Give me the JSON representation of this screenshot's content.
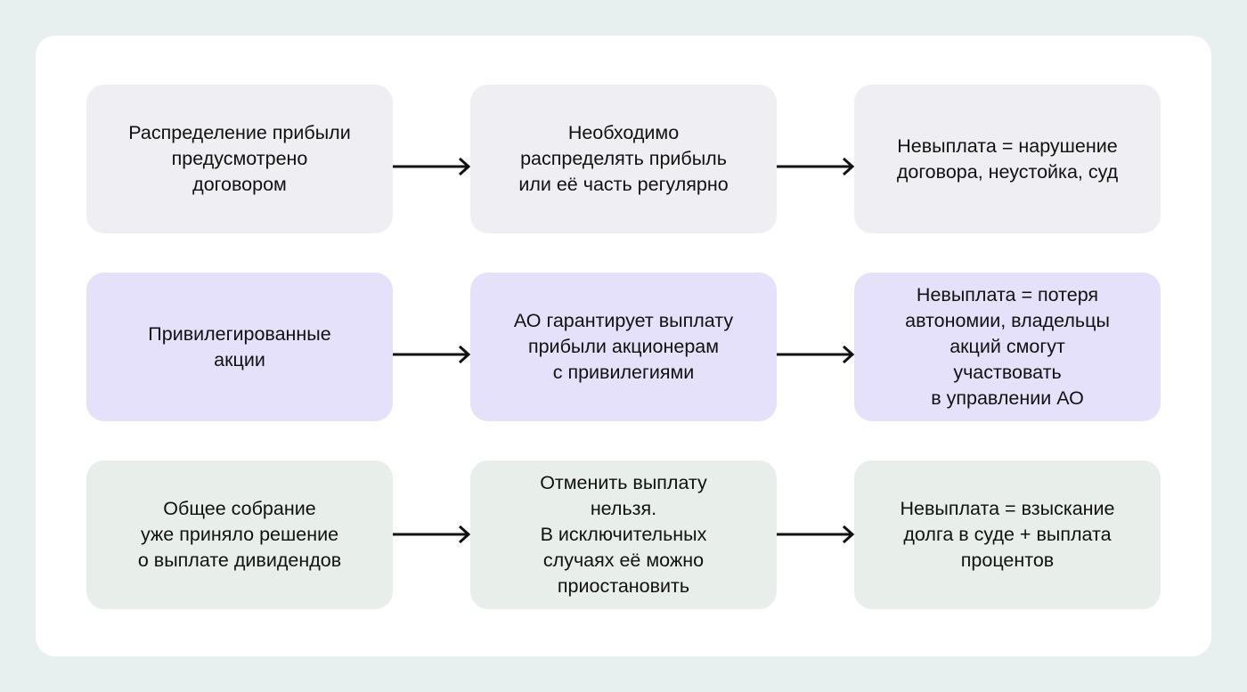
{
  "colors": {
    "page_background": "#E8F0EF",
    "panel_background": "#FFFFFF",
    "row1_box": "#EFEFF3",
    "row2_box": "#E6E1FB",
    "row3_box": "#E8EEEA",
    "arrow": "#111111"
  },
  "rows": [
    {
      "boxes": [
        "Распределение прибыли\nпредусмотрено\nдоговором",
        "Необходимо\nраспределять прибыль\nили её часть регулярно",
        "Невыплата = нарушение\nдоговора, неустойка, суд"
      ]
    },
    {
      "boxes": [
        "Привилегированные\nакции",
        "АО гарантирует выплату\nприбыли акционерам\nс привилегиями",
        "Невыплата = потеря\nавтономии, владельцы\nакций смогут\nучаствовать\nв управлении АО"
      ]
    },
    {
      "boxes": [
        "Общее собрание\nуже приняло решение\nо выплате дивидендов",
        "Отменить выплату\nнельзя.\nВ исключительных\nслучаях её можно\nприостановить",
        "Невыплата = взыскание\nдолга в суде + выплата\nпроцентов"
      ]
    }
  ],
  "icons": {
    "arrow": "arrow-right-icon"
  }
}
